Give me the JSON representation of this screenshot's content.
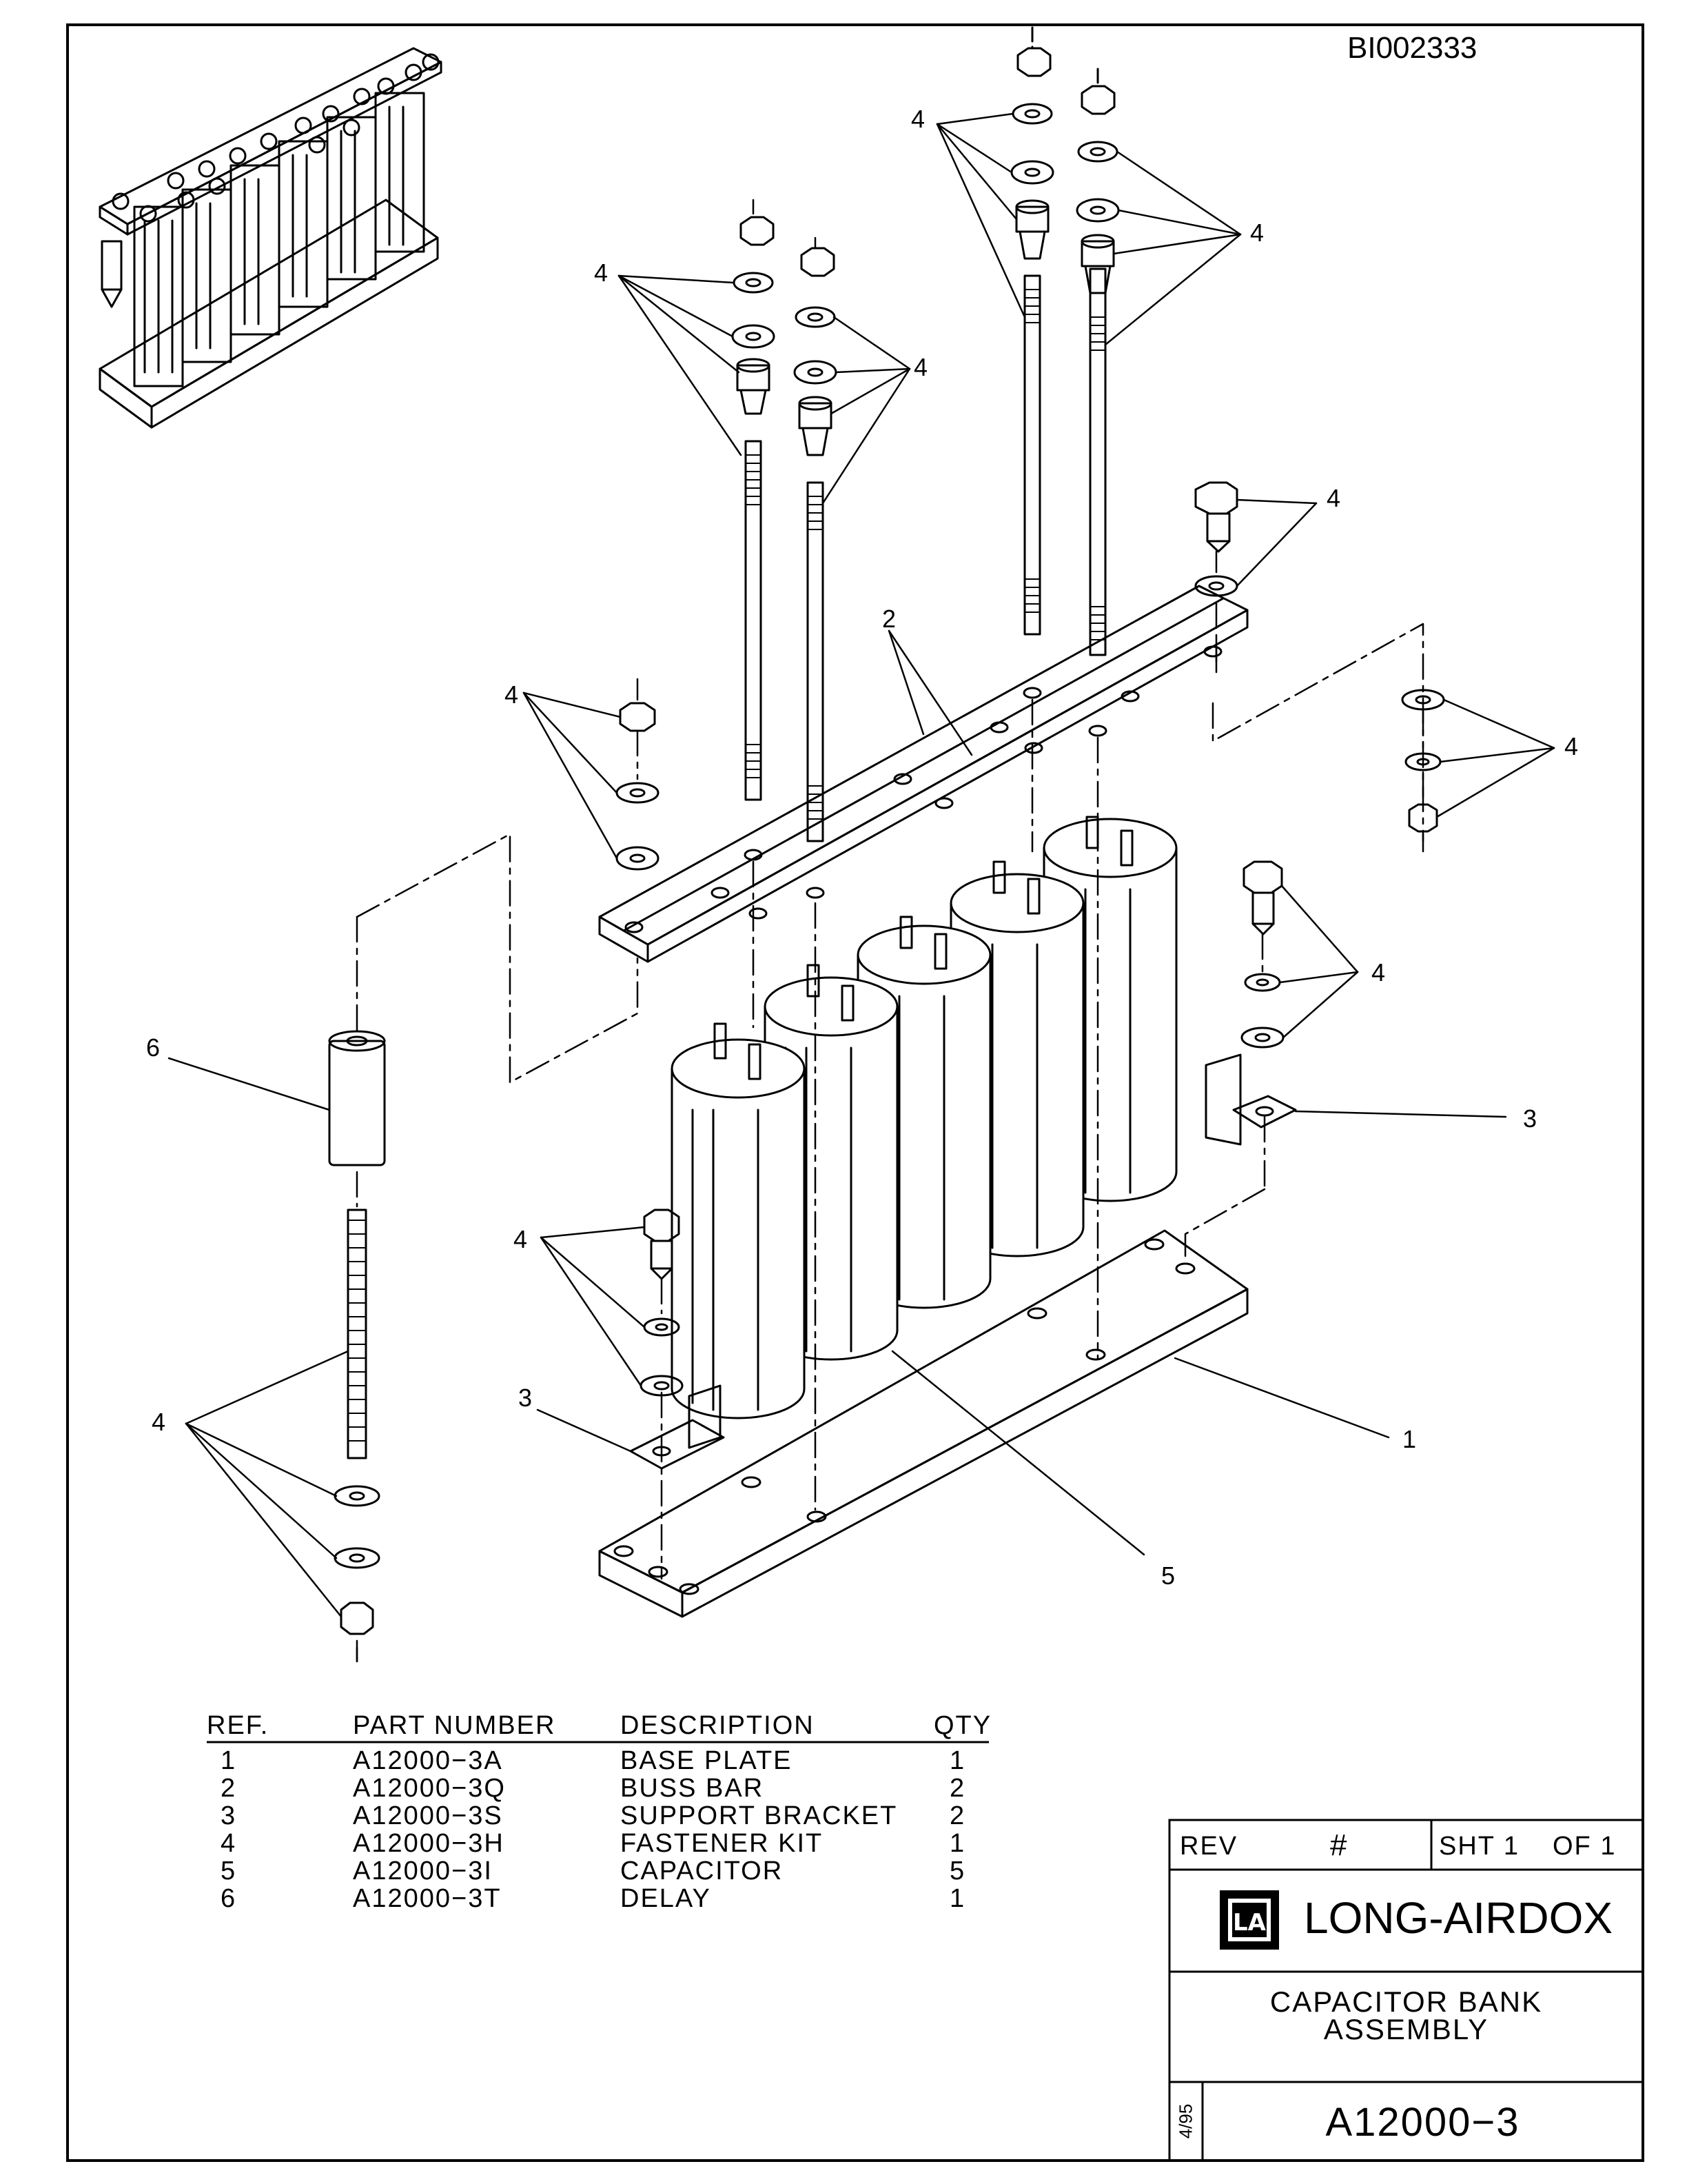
{
  "drawing_id": "BI002333",
  "callouts": {
    "c4a": "4",
    "c4b": "4",
    "c4c": "4",
    "c4d": "4",
    "c4e": "4",
    "c4f": "4",
    "c4g": "4",
    "c4h": "4",
    "c4i": "4",
    "c4j": "4",
    "c2": "2",
    "c6": "6",
    "c3a": "3",
    "c3b": "3",
    "c1": "1",
    "c5": "5"
  },
  "parts_table": {
    "headers": {
      "ref": "REF.",
      "part_number": "PART NUMBER",
      "description": "DESCRIPTION",
      "qty": "QTY"
    },
    "rows": [
      {
        "ref": "1",
        "part_number": "A12000−3A",
        "description": "BASE PLATE",
        "qty": "1"
      },
      {
        "ref": "2",
        "part_number": "A12000−3Q",
        "description": "BUSS BAR",
        "qty": "2"
      },
      {
        "ref": "3",
        "part_number": "A12000−3S",
        "description": "SUPPORT BRACKET",
        "qty": "2"
      },
      {
        "ref": "4",
        "part_number": "A12000−3H",
        "description": "FASTENER KIT",
        "qty": "1"
      },
      {
        "ref": "5",
        "part_number": "A12000−3I",
        "description": "CAPACITOR",
        "qty": "5"
      },
      {
        "ref": "6",
        "part_number": "A12000−3T",
        "description": "DELAY",
        "qty": "1"
      }
    ]
  },
  "title_block": {
    "rev_label": "REV",
    "rev_value": "#",
    "sheet_label": "SHT 1",
    "of_label": "OF 1",
    "company": "LONG-AIRDOX",
    "logo_text": "LA",
    "title_line1": "CAPACITOR BANK",
    "title_line2": "ASSEMBLY",
    "date": "4/95",
    "drawing_number": "A12000−3"
  }
}
